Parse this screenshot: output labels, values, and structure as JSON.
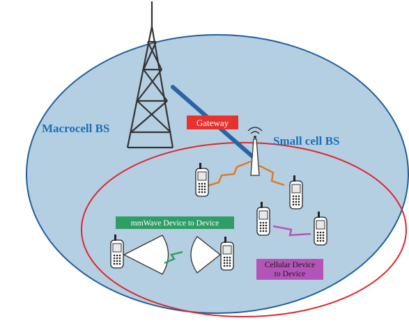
{
  "labels": {
    "macrocell": "Macrocell BS",
    "small_cell": "Small cell BS",
    "gateway": "Gateway",
    "mmwave_d2d": "mmWave Device to Device",
    "cellular_d2d_line1": "Cellular Device",
    "cellular_d2d_line2": "to Device"
  },
  "colors": {
    "macro_cell_fill": "#b4cfe2",
    "macro_cell_stroke": "#1f5f9e",
    "small_cell_ring": "#e0262d",
    "macro_label": "#1b6fb7",
    "gateway_box": "#e8322e",
    "gateway_link": "#2a64a6",
    "mmwave_box": "#2e9e64",
    "cellular_box": "#b554b8",
    "bs_link": "#e07a1f",
    "mmwave_link": "#2e9e64",
    "cellular_link": "#b554b8"
  },
  "icons": [
    "tower-icon",
    "small-cell-antenna-icon",
    "phone-icon",
    "directional-beam-icon"
  ]
}
